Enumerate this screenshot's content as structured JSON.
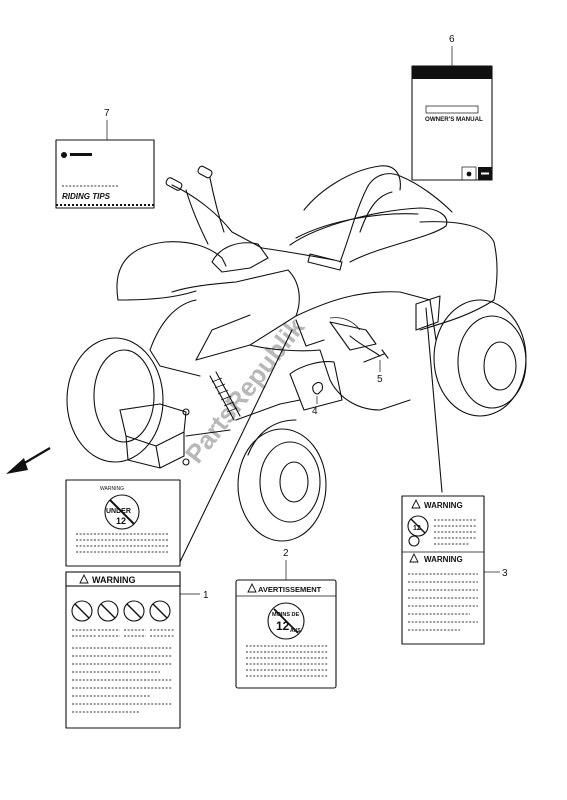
{
  "watermark": "PartsRepublik",
  "callouts": [
    "1",
    "2",
    "3",
    "4",
    "5",
    "6",
    "7"
  ],
  "labels": {
    "owners_manual": "OWNER'S MANUAL",
    "riding_tips": "RIDING TIPS",
    "warning": "WARNING",
    "avertissement": "AVERTISSEMENT",
    "under_text": "UNDER",
    "under_number": "12",
    "moins_de_text": "MOINS DE",
    "moins_de_number": "12",
    "moins_de_unit": "ANS"
  }
}
